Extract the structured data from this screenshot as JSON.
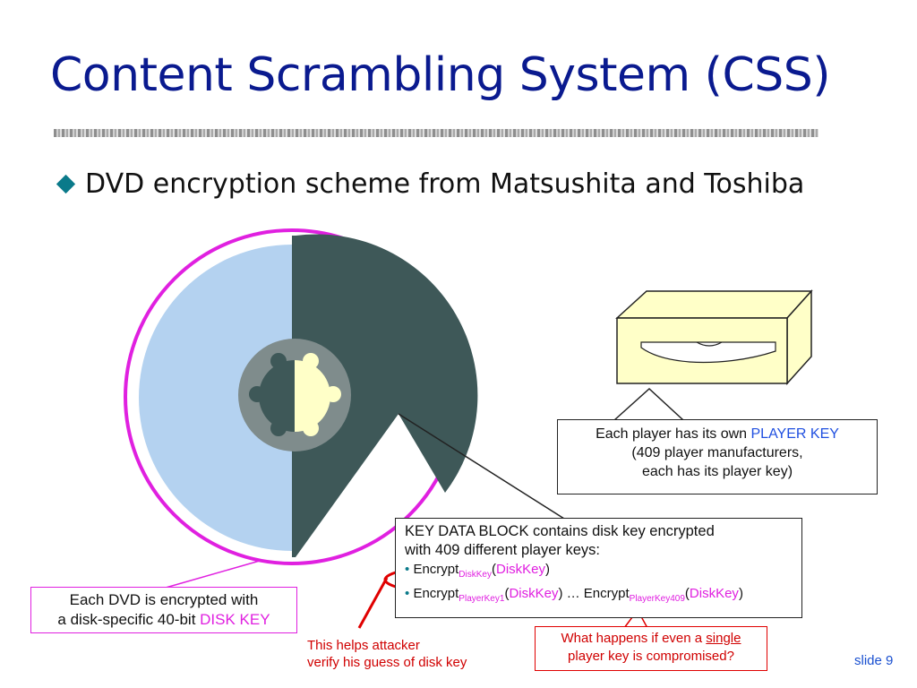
{
  "title": "Content Scrambling System (CSS)",
  "bullet": "DVD encryption scheme from Matsushita and Toshiba",
  "player_box": {
    "line1_prefix": "Each player has its own ",
    "line1_highlight": "PLAYER KEY",
    "line2": "(409 player manufacturers,",
    "line3": "each has its player key)"
  },
  "key_data_block": {
    "line1": "KEY DATA BLOCK contains disk key encrypted",
    "line2": "with 409 different player keys:",
    "item1": {
      "bullet": "•",
      "func": "Encrypt",
      "sub": "DiskKey",
      "open": "(",
      "arg": "DiskKey",
      "close": ")"
    },
    "item2": {
      "bullet": "•",
      "func": "Encrypt",
      "sub": "PlayerKey1",
      "open": "(",
      "arg": "DiskKey",
      "close": ")",
      "ellipsis": " … ",
      "func2": "Encrypt",
      "sub2": "PlayerKey409",
      "open2": "(",
      "arg2": "DiskKey",
      "close2": ")"
    }
  },
  "dvd_box": {
    "line1": "Each DVD is encrypted with",
    "line2_prefix": "a disk-specific 40-bit ",
    "line2_highlight": "DISK KEY"
  },
  "attacker_note": {
    "line1": "This helps attacker",
    "line2": "verify his guess of disk key"
  },
  "question_box": {
    "line1_prefix": "What happens if even a ",
    "line1_underlined": "single",
    "line2": "player key is compromised?"
  },
  "slide_number": "slide 9",
  "colors": {
    "title": "#0a1a8f",
    "accent_blue": "#1f4fe0",
    "accent_magenta": "#e020e0",
    "alert_red": "#d00000",
    "disc_light": "#b4d2f0",
    "disc_dark": "#3e5858",
    "drive_fill": "#ffffc8"
  }
}
